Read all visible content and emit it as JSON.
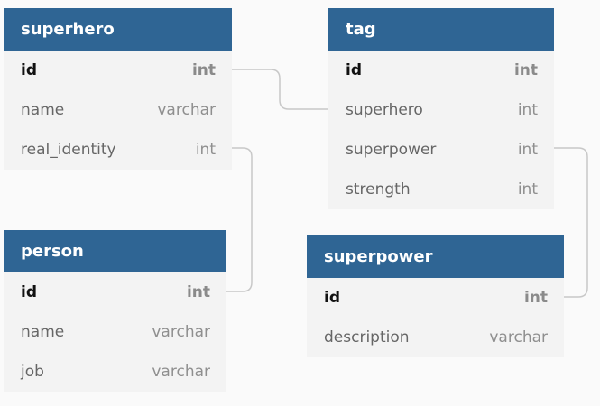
{
  "tables": {
    "superhero": {
      "title": "superhero",
      "columns": [
        {
          "name": "id",
          "type": "int"
        },
        {
          "name": "name",
          "type": "varchar"
        },
        {
          "name": "real_identity",
          "type": "int"
        }
      ]
    },
    "tag": {
      "title": "tag",
      "columns": [
        {
          "name": "id",
          "type": "int"
        },
        {
          "name": "superhero",
          "type": "int"
        },
        {
          "name": "superpower",
          "type": "int"
        },
        {
          "name": "strength",
          "type": "int"
        }
      ]
    },
    "person": {
      "title": "person",
      "columns": [
        {
          "name": "id",
          "type": "int"
        },
        {
          "name": "name",
          "type": "varchar"
        },
        {
          "name": "job",
          "type": "varchar"
        }
      ]
    },
    "superpower": {
      "title": "superpower",
      "columns": [
        {
          "name": "id",
          "type": "int"
        },
        {
          "name": "description",
          "type": "varchar"
        }
      ]
    }
  },
  "colors": {
    "header_background": "#2f6594",
    "header_text": "#ffffff",
    "table_background": "#f3f3f3",
    "connector": "#c8c8c8",
    "page_background": "#fafafa"
  }
}
